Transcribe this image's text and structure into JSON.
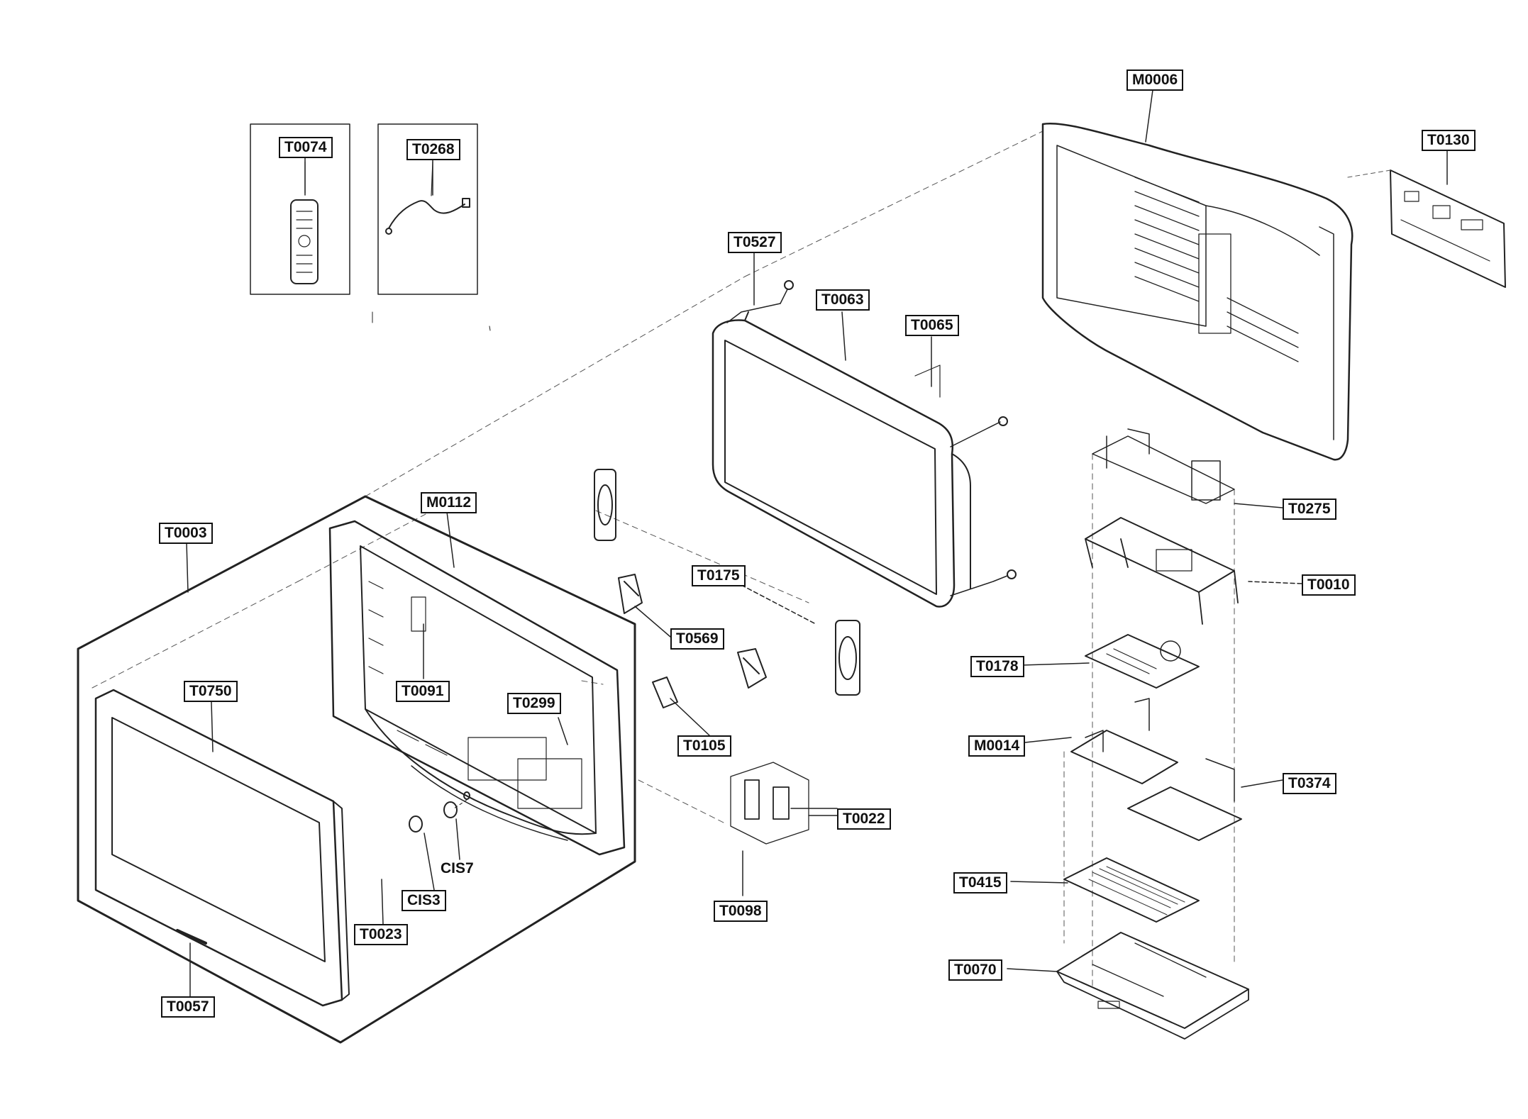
{
  "labels": {
    "M0006": "M0006",
    "T0130": "T0130",
    "T0074": "T0074",
    "T0268": "T0268",
    "T0527": "T0527",
    "T0063": "T0063",
    "T0065": "T0065",
    "T0275": "T0275",
    "T0003": "T0003",
    "M0112": "M0112",
    "T0175": "T0175",
    "T0010": "T0010",
    "T0569": "T0569",
    "T0178": "T0178",
    "T0750": "T0750",
    "T0091": "T0091",
    "T0299": "T0299",
    "T0105": "T0105",
    "M0014": "M0014",
    "T0374": "T0374",
    "T0022": "T0022",
    "CIS7": "CIS7",
    "CIS3": "CIS3",
    "T0415": "T0415",
    "T0023": "T0023",
    "T0098": "T0098",
    "T0070": "T0070",
    "T0057": "T0057"
  }
}
